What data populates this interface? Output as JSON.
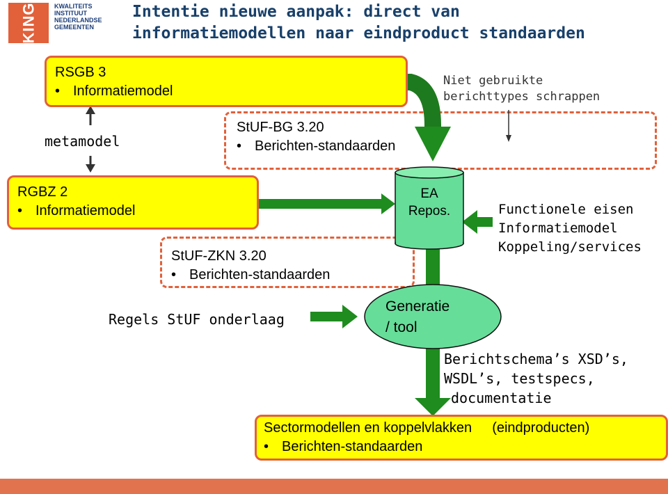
{
  "logo": {
    "mark": "KING",
    "lines": [
      "KWALITEITS",
      "INSTITUUT",
      "NEDERLANDSE",
      "GEMEENTEN"
    ]
  },
  "title": {
    "line1": "Intentie nieuwe aanpak: direct van",
    "line2": "informatiemodellen naar eindproduct standaarden"
  },
  "rsgb": {
    "heading": "RSGB 3",
    "bullet": "Informatiemodel"
  },
  "metamodel": "metamodel",
  "stuf_bg": {
    "heading": "StUF-BG 3.20",
    "bullet": "Berichten-standaarden"
  },
  "note_top": {
    "line1": "Niet gebruikte",
    "line2": "berichttypes schrappen"
  },
  "rgbz": {
    "heading": "RGBZ 2",
    "bullet": "Informatiemodel"
  },
  "repository": {
    "line1": "EA",
    "line2": "Repos."
  },
  "requirements": {
    "line1": "Functionele eisen",
    "line2": "Informatiemodel",
    "line3": "Koppeling/services"
  },
  "stuf_zkn": {
    "heading": "StUF-ZKN 3.20",
    "bullet": "Berichten-standaarden"
  },
  "rules": "Regels StUF onderlaag",
  "generator": {
    "line1": "Generatie",
    "line2": "/ tool"
  },
  "outputs": {
    "line1": "Berichtschema’s XSD’s,",
    "line2": "WSDL’s, testspecs,",
    "line3": "documentatie"
  },
  "sector": {
    "heading": "Sectormodellen en koppelvlakken",
    "suffix": "(eindproducten)",
    "bullet": "Berichten-standaarden"
  },
  "colors": {
    "accent": "#e2603a",
    "yellow": "#ffff00",
    "green": "#1e8c1e",
    "light_green": "#66dd99",
    "title": "#18406a"
  }
}
